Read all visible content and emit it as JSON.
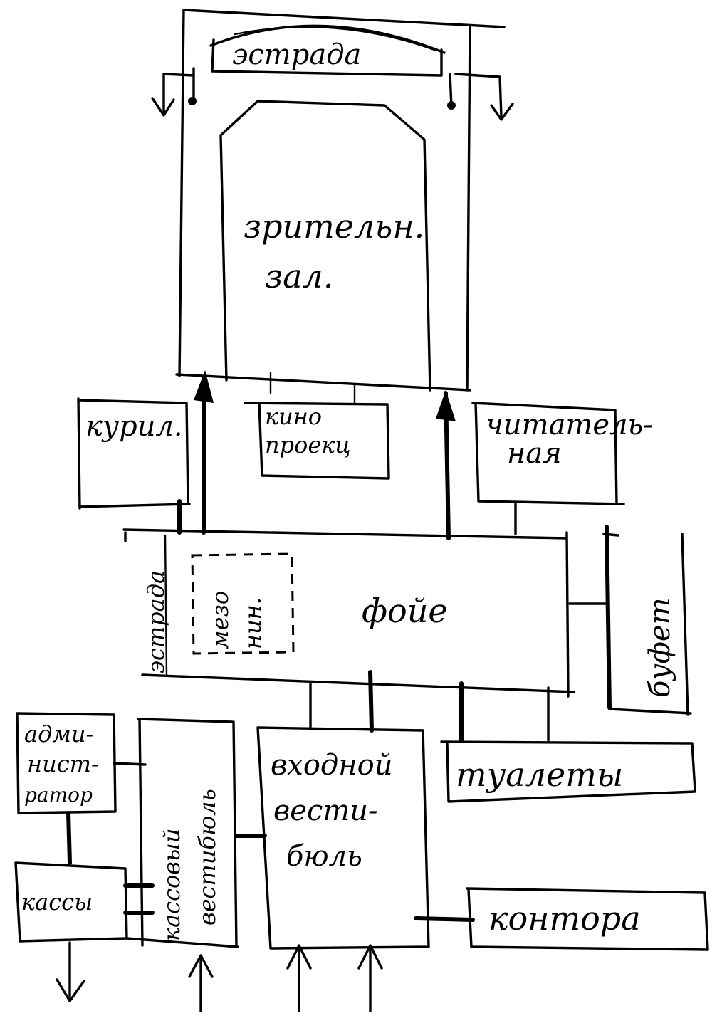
{
  "rooms": {
    "stage_top": "эстрада",
    "hall_line1": "зрительн.",
    "hall_line2": "зал.",
    "smoking": "курил.",
    "projection_line1": "кино",
    "projection_line2": "проекц",
    "reading_line1": "читатель-",
    "reading_line2": "ная",
    "foyer": "фойе",
    "stage_foyer": "эстрада",
    "mezzanine_line1": "мезо",
    "mezzanine_line2": "нин.",
    "buffet": "буфет",
    "admin_line1": "адми-",
    "admin_line2": "нист-",
    "admin_line3": "ратор",
    "cashier_lobby_line1": "кассовый",
    "cashier_lobby_line2": "вестибюль",
    "entrance_line1": "входной",
    "entrance_line2": "вести-",
    "entrance_line3": "бюль",
    "toilets": "туалеты",
    "cashiers": "кассы",
    "office": "контора"
  }
}
